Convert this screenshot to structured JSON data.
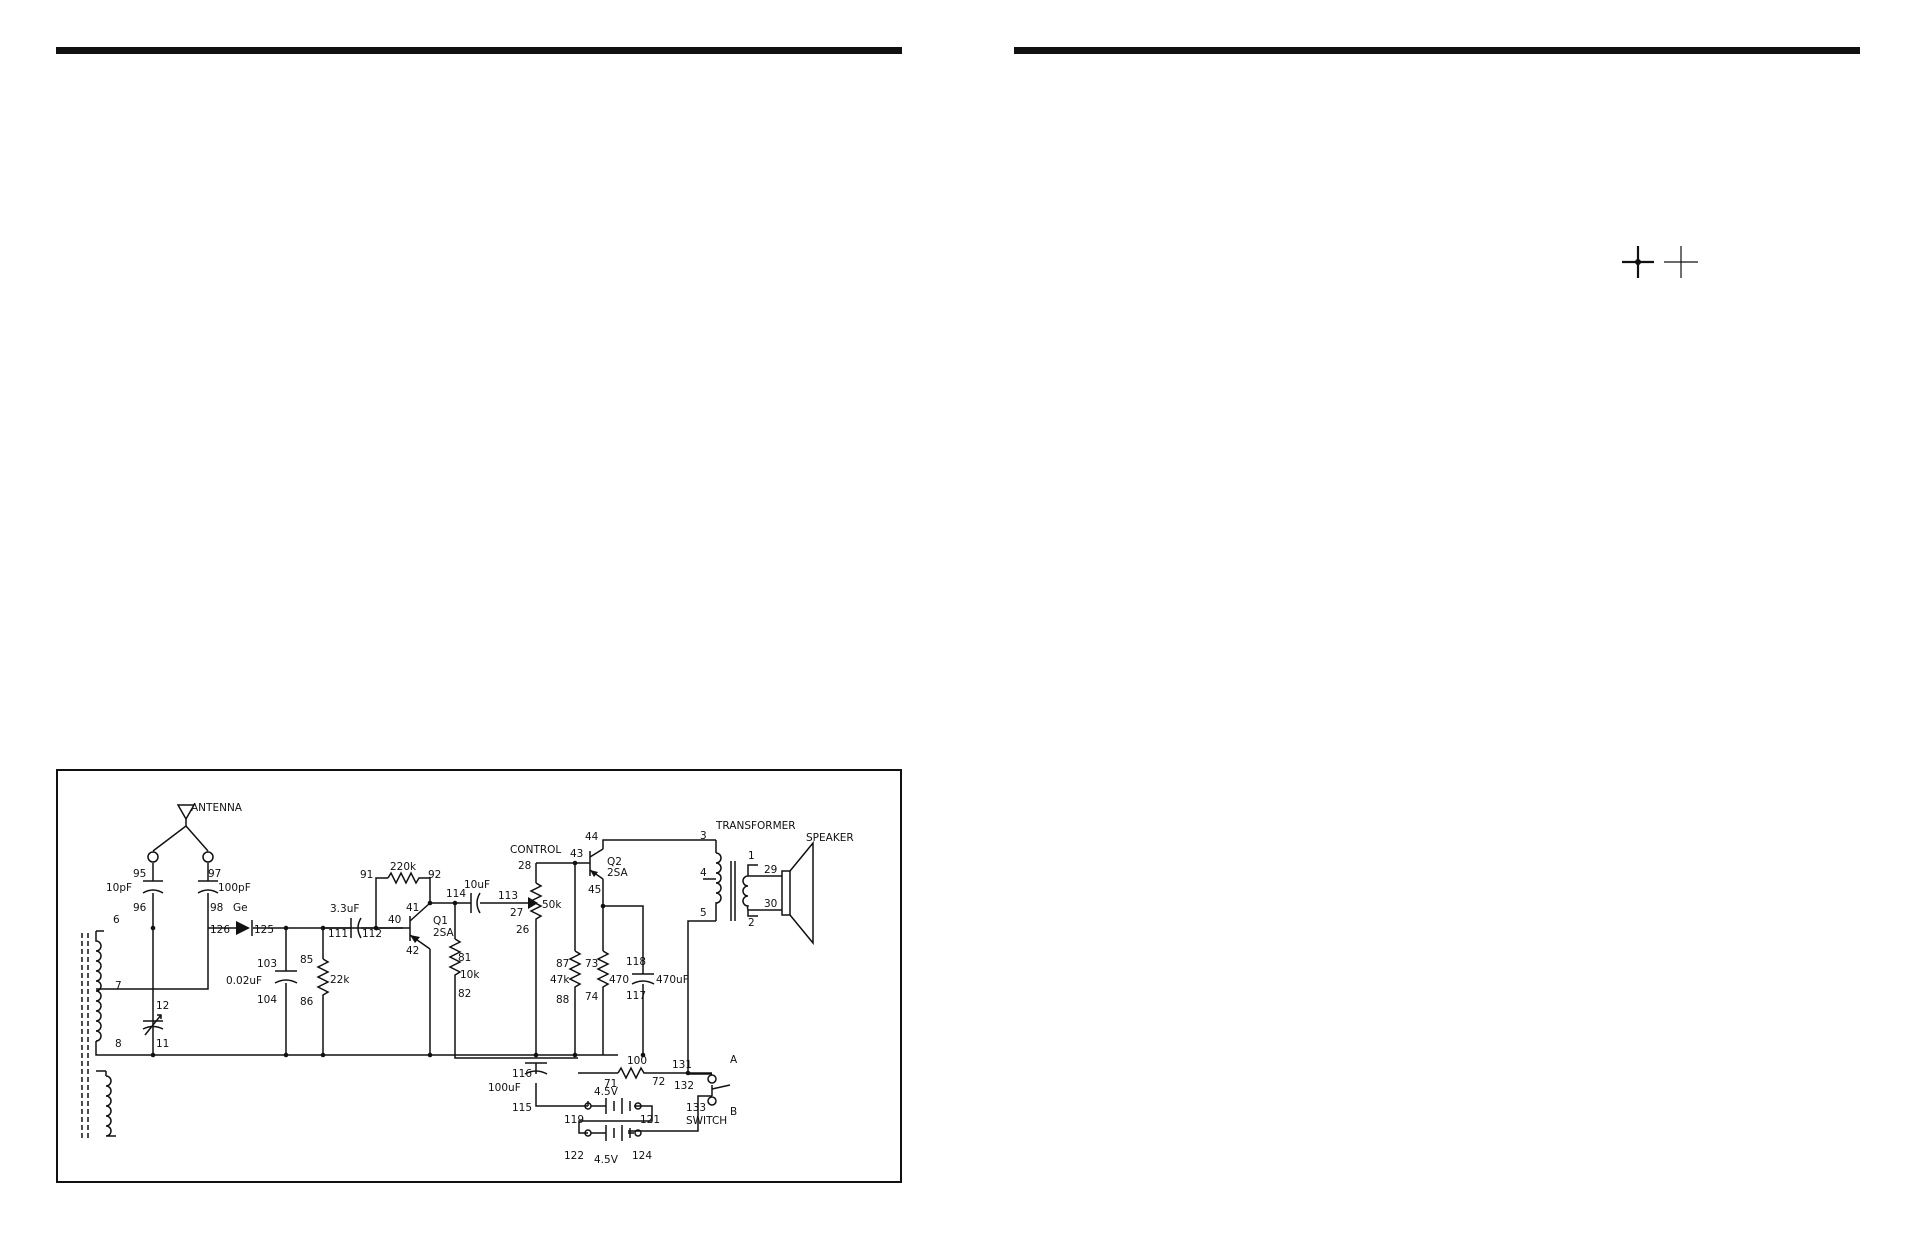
{
  "schematic": {
    "labels": {
      "antenna": "ANTENNA",
      "n95": "95",
      "c95": "10pF",
      "n96": "96",
      "n97": "97",
      "c97": "100pF",
      "n98": "98",
      "ge": "Ge",
      "n126": "126",
      "n125": "125",
      "n6": "6",
      "n7": "7",
      "n8": "8",
      "n11": "11",
      "n12": "12",
      "n103": "103",
      "c103": "0.02uF",
      "n104": "104",
      "n85": "85",
      "r85": "22k",
      "n86": "86",
      "c111": "3.3uF",
      "n111": "111",
      "n112": "112",
      "n91": "91",
      "r91": "220k",
      "n92": "92",
      "n40": "40",
      "n41": "41",
      "n42": "42",
      "q1": "Q1",
      "q1t": "2SA",
      "n114": "114",
      "c114": "10uF",
      "n81": "81",
      "r81": "10k",
      "n82": "82",
      "control": "CONTROL",
      "n28": "28",
      "n113": "113",
      "n27": "27",
      "r50k": "50k",
      "n26": "26",
      "n43": "43",
      "n44": "44",
      "q2": "Q2",
      "q2t": "2SA",
      "n45": "45",
      "n87": "87",
      "r87": "47k",
      "n88": "88",
      "n73": "73",
      "r73": "470",
      "n74": "74",
      "n118": "118",
      "c118": "470uF",
      "n117": "117",
      "transformer": "TRANSFORMER",
      "speaker": "SPEAKER",
      "n3": "3",
      "n4": "4",
      "n5": "5",
      "n1": "1",
      "n2": "2",
      "n29": "29",
      "n30": "30",
      "n100": "100",
      "n71": "71",
      "n72": "72",
      "n131": "131",
      "termA": "A",
      "n132": "132",
      "n133": "133",
      "termB": "B",
      "switch": "SWITCH",
      "n116": "116",
      "c116": "100uF",
      "n115": "115",
      "v1": "4.5V",
      "n119": "119",
      "n121": "121",
      "n122": "122",
      "v2": "4.5V",
      "n124": "124"
    }
  }
}
